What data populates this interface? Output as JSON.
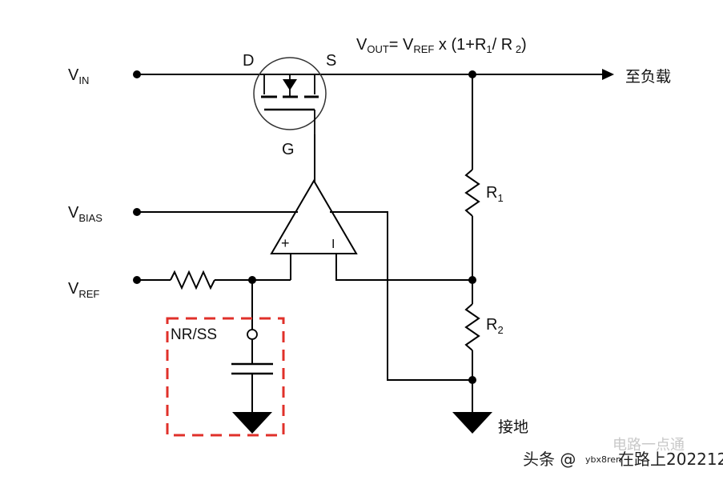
{
  "formula": {
    "v": "V",
    "out_sub": "OUT",
    "eq_v": "= V",
    "ref_sub": "REF",
    "rest_a": " x (1+R",
    "r1_sub": "1",
    "rest_b": "/ R",
    "r2_sub": " 2",
    "rest_c": ")"
  },
  "inputs": {
    "vin": {
      "main": "V",
      "sub": "IN"
    },
    "vbias": {
      "main": "V",
      "sub": "BIAS"
    },
    "vref": {
      "main": "V",
      "sub": "REF"
    }
  },
  "mosfet": {
    "drain": "D",
    "source": "S",
    "gate": "G"
  },
  "opamp": {
    "plus": "+",
    "minus": "I"
  },
  "resistors": {
    "r1": {
      "main": "R",
      "sub": "1"
    },
    "r2": {
      "main": "R",
      "sub": "2"
    }
  },
  "nrss_label": "NR/SS",
  "to_load_label": "至负载",
  "ground_label": "接地",
  "watermark": {
    "prefix": "头条 @",
    "handle_small": "ybx8ren",
    "overlay": "电路一点通",
    "rest": "在路上202212"
  },
  "colors": {
    "nrss_box": "#e0302a",
    "wire": "#000000"
  }
}
